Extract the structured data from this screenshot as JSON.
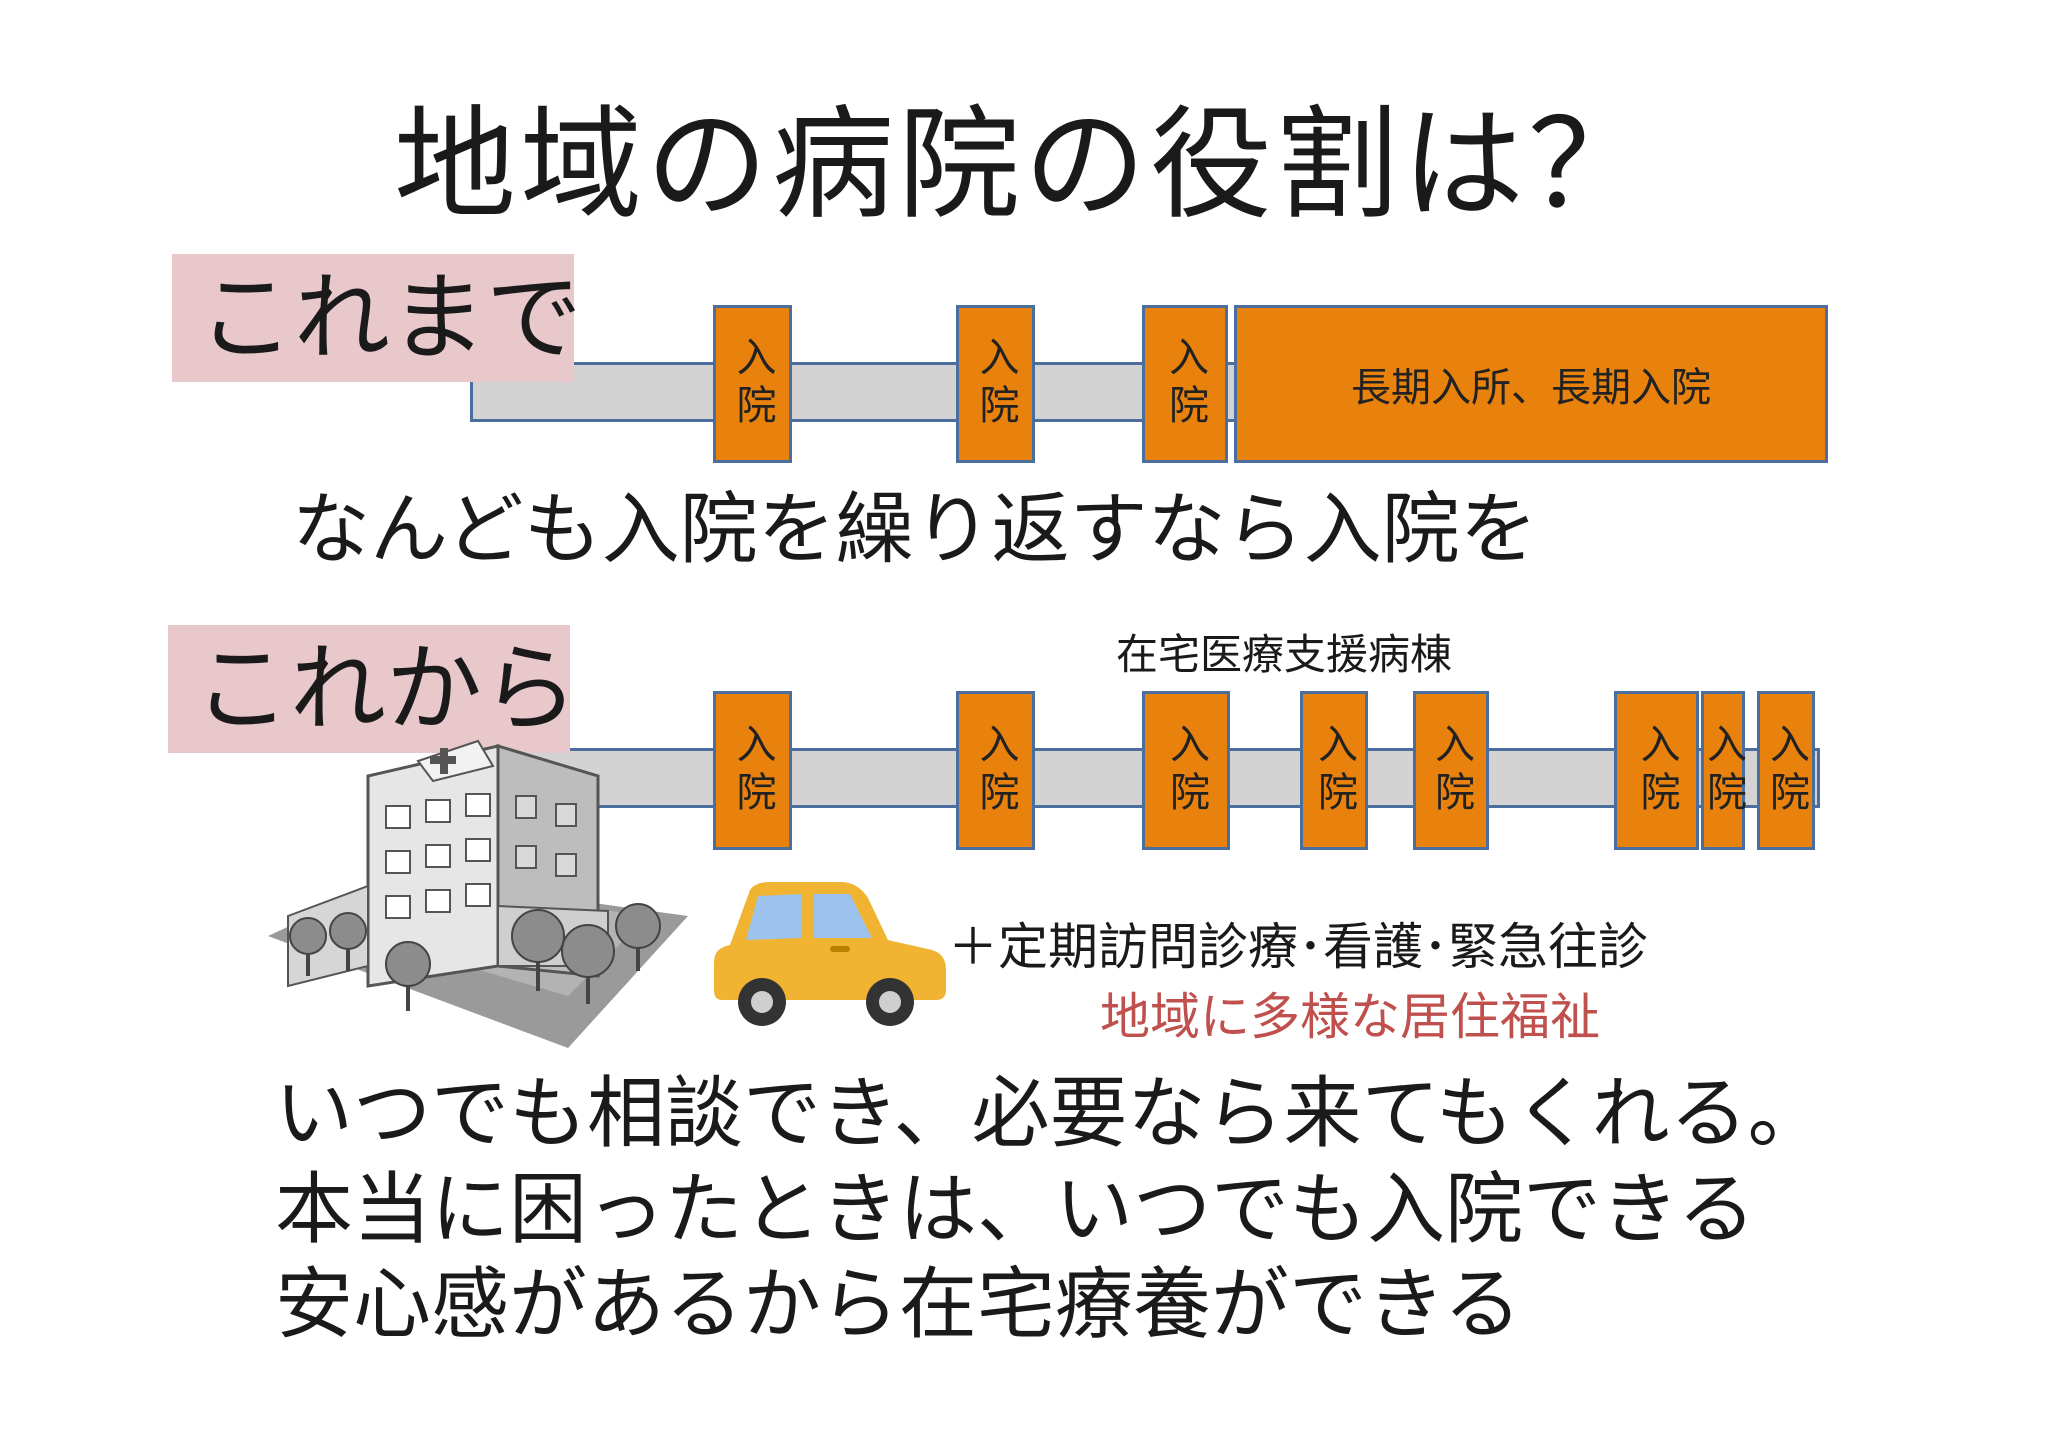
{
  "title": "地域の病院の役割は？",
  "before": {
    "label": "これまで",
    "admission": "入院",
    "long_stay": "長期入所、長期入院",
    "caption": "なんども入院を繰り返すなら入院を"
  },
  "after": {
    "label": "これから",
    "ward_label": "在宅医療支援病棟",
    "admission": "入院",
    "services": "＋定期訪問診療･看護･緊急往診",
    "welfare": "地域に多様な居住福祉"
  },
  "conclusion": {
    "line1": "いつでも相談でき、必要なら来てもくれる。",
    "line2": "本当に困ったときは、いつでも入院できる",
    "line3": "安心感があるから在宅療養ができる"
  },
  "colors": {
    "admission_fill": "#e8820c",
    "track_fill": "#d3d3d3",
    "outline": "#4a6e9e",
    "label_bg": "#e8c8cb",
    "car": "#f0b432",
    "accent_red": "#c0504d"
  },
  "icons": [
    "hospital-building-illustration",
    "car-illustration"
  ]
}
